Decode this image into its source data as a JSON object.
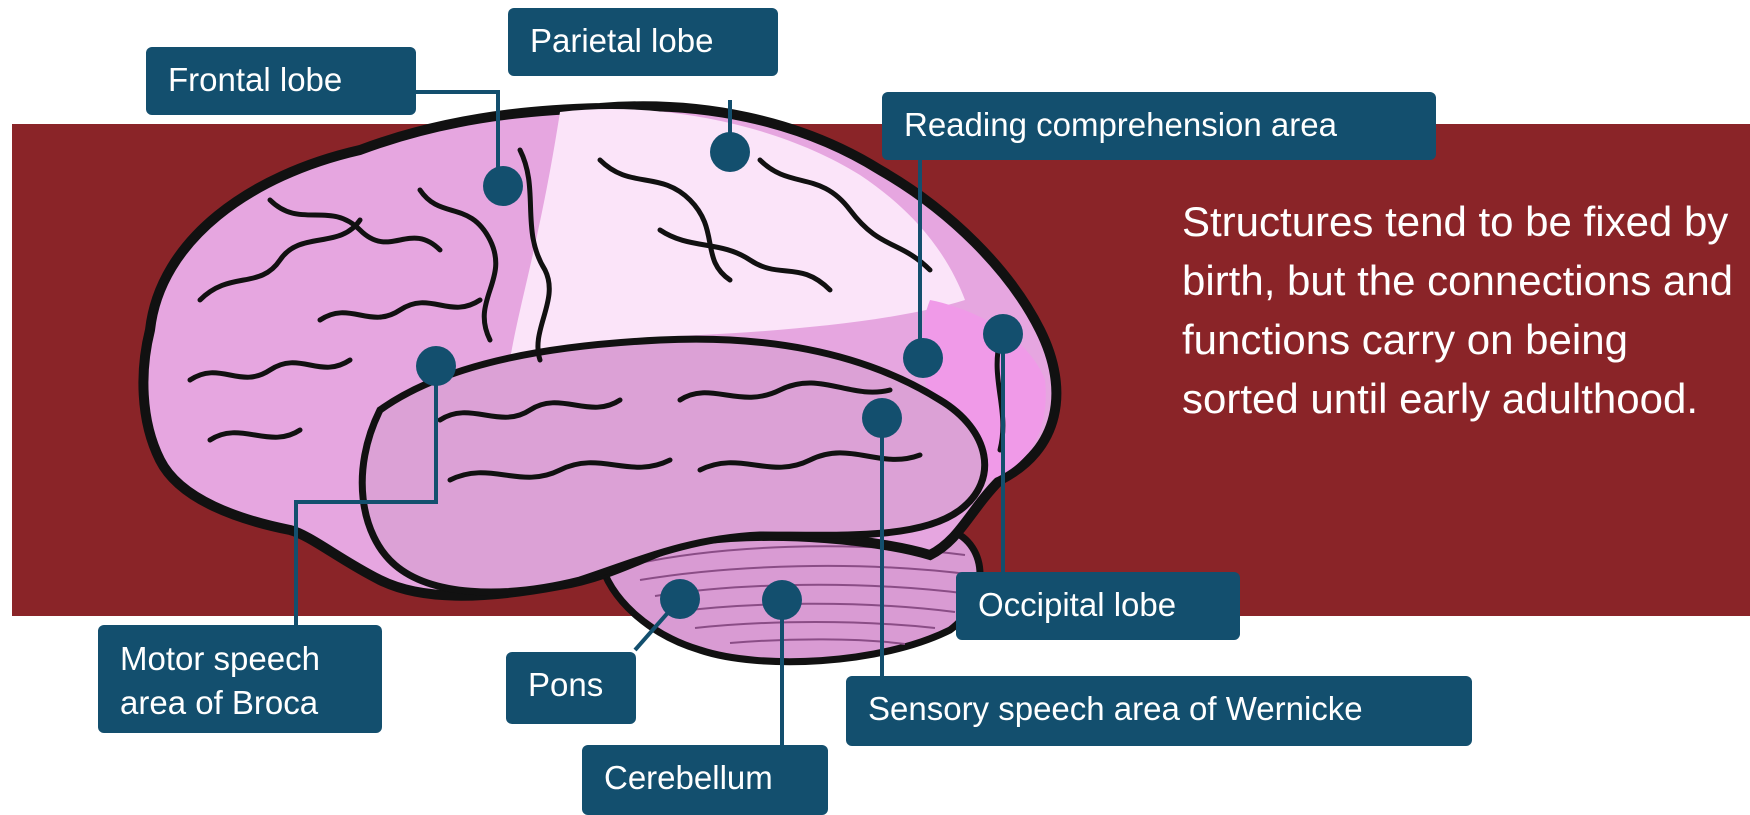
{
  "labels": {
    "frontal": "Frontal lobe",
    "parietal": "Parietal lobe",
    "reading": "Reading comprehension area",
    "occipital": "Occipital lobe",
    "motor_line1": "Motor speech",
    "motor_line2": "area of Broca",
    "pons": "Pons",
    "cerebellum": "Cerebellum",
    "wernicke": "Sensory speech area of Wernicke"
  },
  "statement": "Structures tend to be fixed by birth, but the connections and functions carry on being sorted until early adulthood.",
  "colors": {
    "band": "#8a2428",
    "label_bg": "#134f6e",
    "label_text": "#ffffff",
    "brain_main": "#e6a6e0",
    "brain_temporal": "#dca1d6",
    "brain_parietal": "#fbe4f9",
    "brain_occipital": "#f09ae8",
    "cerebellum": "#d99bd3",
    "outline": "#111111"
  }
}
